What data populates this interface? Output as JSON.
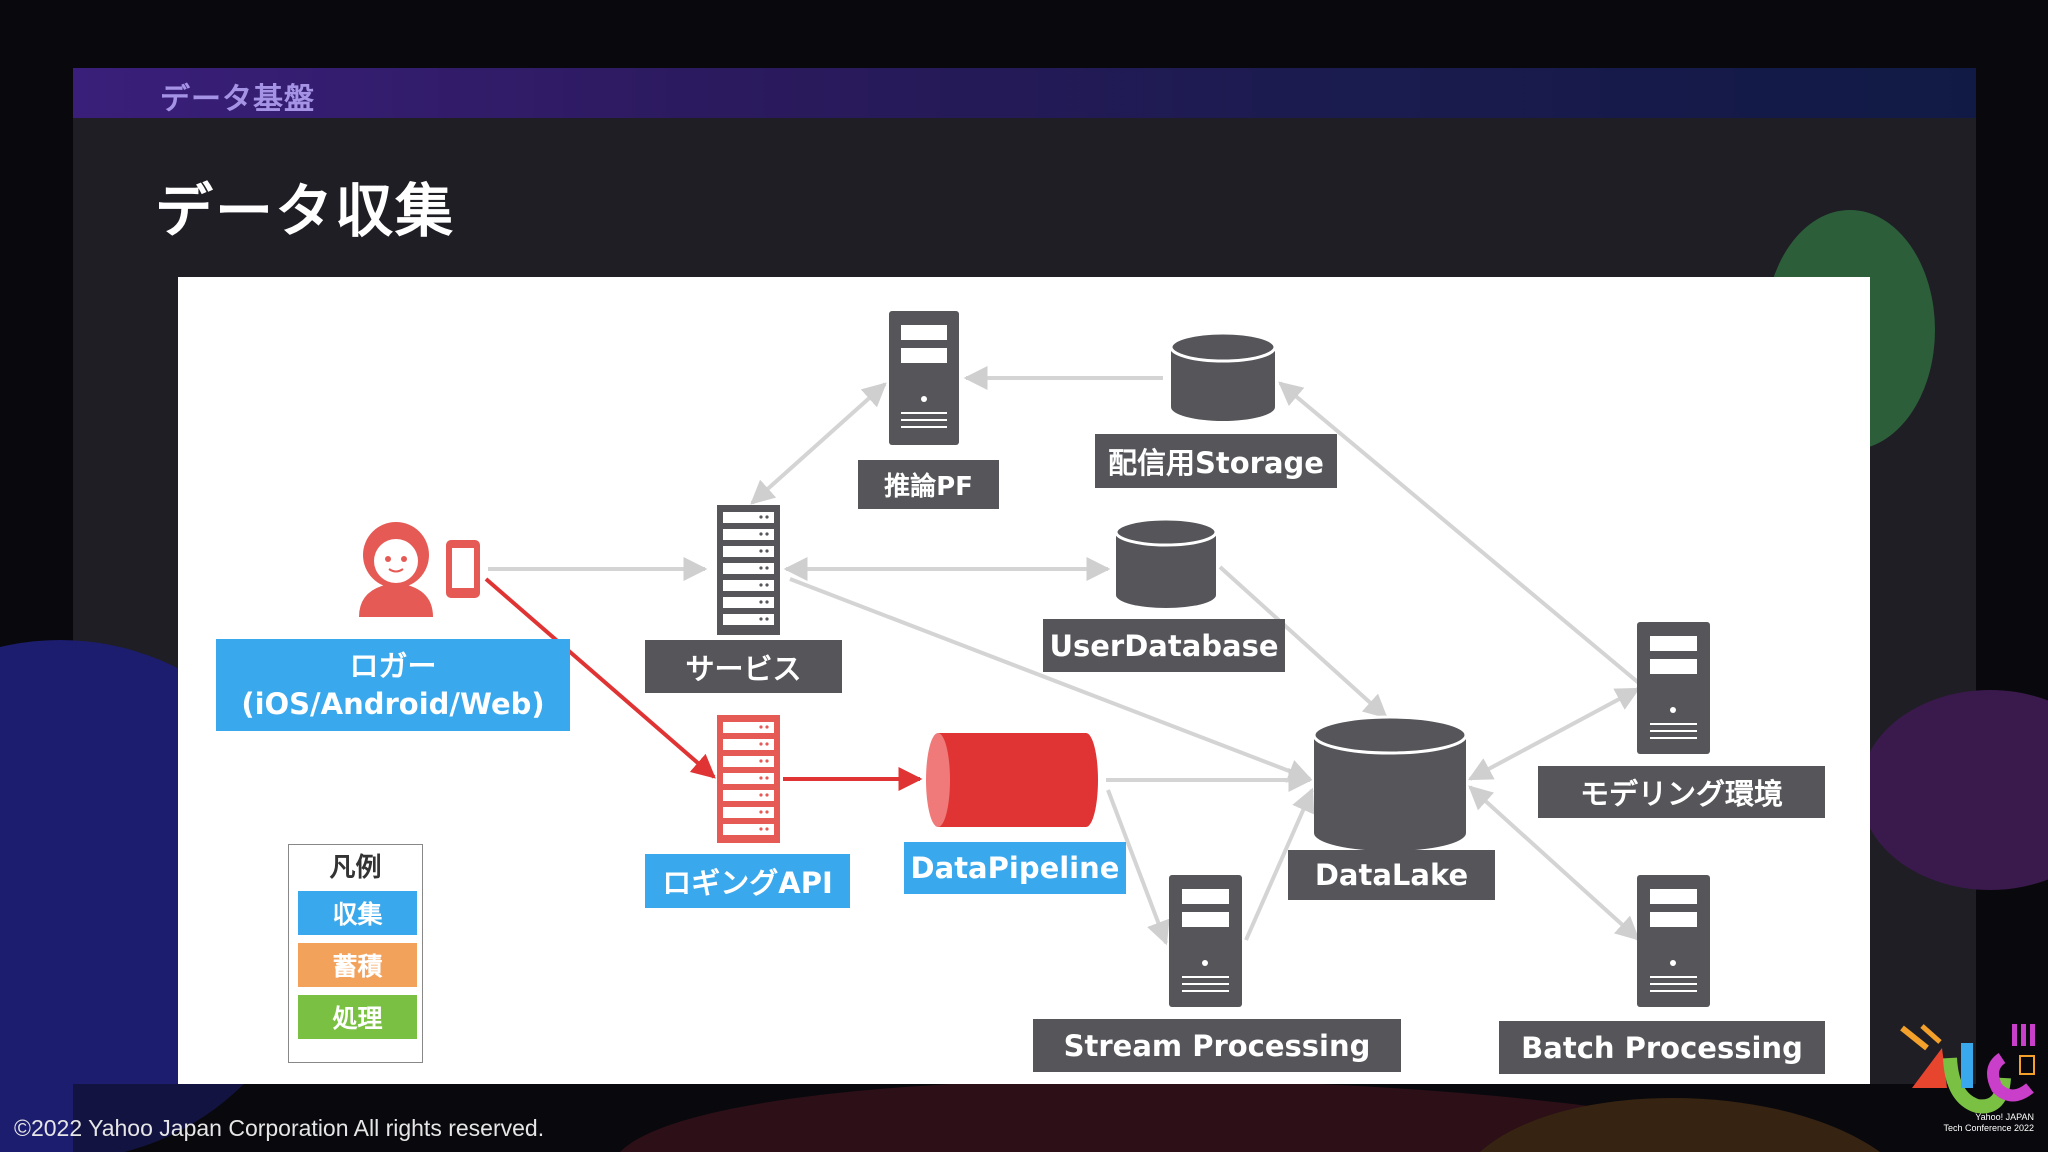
{
  "slide": {
    "section_label": "データ基盤",
    "title": "データ収集",
    "copyright": "©2022 Yahoo Japan Corporation All rights reserved."
  },
  "conference": {
    "logo_lines": [
      "Yahoo! JAPAN",
      "Tech Conference 2022"
    ]
  },
  "colors": {
    "collect": "#3aa8ec",
    "store": "#f3a25b",
    "process": "#7ac143",
    "highlight_red": "#e03434",
    "node_gray": "#55555a",
    "arrow_gray": "#d4d4d4"
  },
  "diagram": {
    "nodes": {
      "inference_pf": {
        "label": "推論PF",
        "icon": "server-icon"
      },
      "delivery_storage": {
        "label": "配信用Storage",
        "icon": "database-icon"
      },
      "logger": {
        "label_line1": "ロガー",
        "label_line2": "(iOS/Android/Web)",
        "icon": "person-with-phone-icon"
      },
      "service": {
        "label": "サービス",
        "icon": "rack-server-icon"
      },
      "user_database": {
        "label": "UserDatabase",
        "icon": "database-icon"
      },
      "logging_api": {
        "label": "ロギングAPI",
        "icon": "rack-server-icon"
      },
      "data_pipeline": {
        "label": "DataPipeline",
        "icon": "pipeline-cylinder-icon"
      },
      "data_lake": {
        "label": "DataLake",
        "icon": "database-icon"
      },
      "modeling_env": {
        "label": "モデリング環境",
        "icon": "server-icon"
      },
      "stream_processing": {
        "label": "Stream Processing",
        "icon": "server-icon"
      },
      "batch_processing": {
        "label": "Batch Processing",
        "icon": "server-icon"
      }
    },
    "edges": [
      {
        "from": "delivery_storage",
        "to": "inference_pf",
        "color": "gray"
      },
      {
        "from": "service",
        "to": "inference_pf",
        "color": "gray",
        "bidirectional": true
      },
      {
        "from": "logger",
        "to": "service",
        "color": "gray"
      },
      {
        "from": "service",
        "to": "user_database",
        "color": "gray",
        "bidirectional": true
      },
      {
        "from": "service",
        "to": "data_lake",
        "color": "gray"
      },
      {
        "from": "user_database",
        "to": "data_lake",
        "color": "gray"
      },
      {
        "from": "logger",
        "to": "logging_api",
        "color": "red"
      },
      {
        "from": "logging_api",
        "to": "data_pipeline",
        "color": "red"
      },
      {
        "from": "data_pipeline",
        "to": "data_lake",
        "color": "gray"
      },
      {
        "from": "data_pipeline",
        "to": "stream_processing",
        "color": "gray"
      },
      {
        "from": "stream_processing",
        "to": "data_lake",
        "color": "gray"
      },
      {
        "from": "data_lake",
        "to": "modeling_env",
        "color": "gray",
        "bidirectional": true
      },
      {
        "from": "data_lake",
        "to": "batch_processing",
        "color": "gray",
        "bidirectional": true
      },
      {
        "from": "modeling_env",
        "to": "delivery_storage",
        "color": "gray"
      }
    ]
  },
  "legend": {
    "title": "凡例",
    "items": [
      {
        "label": "収集",
        "color": "#3aa8ec"
      },
      {
        "label": "蓄積",
        "color": "#f3a25b"
      },
      {
        "label": "処理",
        "color": "#7ac143"
      }
    ]
  }
}
